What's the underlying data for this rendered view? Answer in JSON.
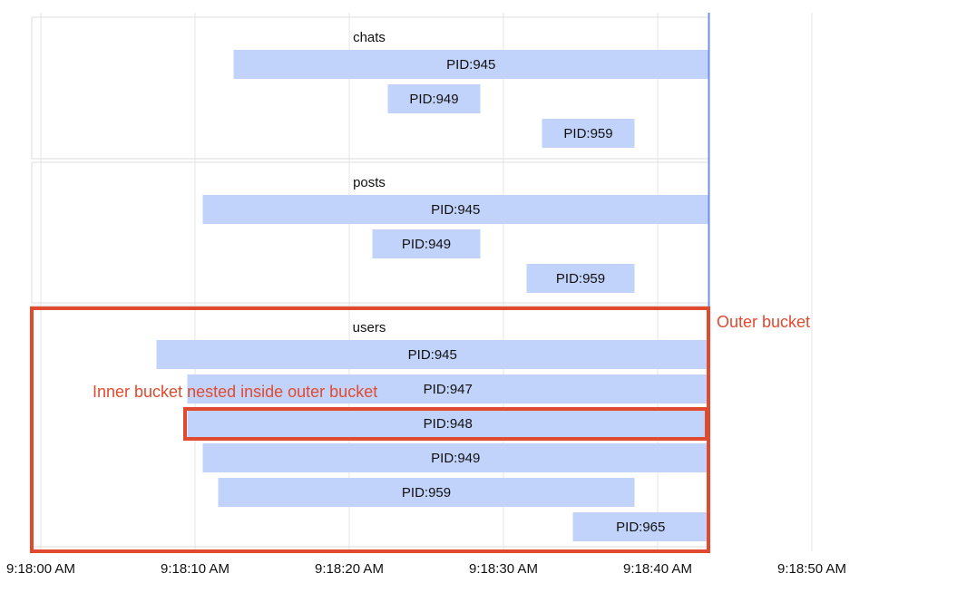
{
  "chart_data": {
    "type": "timeline",
    "x_axis": {
      "ticks": [
        "9:18:00 AM",
        "9:18:10 AM",
        "9:18:20 AM",
        "9:18:30 AM",
        "9:18:40 AM",
        "9:18:50 AM"
      ],
      "range_seconds": [
        0,
        50
      ]
    },
    "groups": [
      {
        "name": "chats",
        "bars": [
          {
            "label": "PID:945",
            "start": 12.5,
            "end": 43.3
          },
          {
            "label": "PID:949",
            "start": 22.5,
            "end": 28.5
          },
          {
            "label": "PID:959",
            "start": 32.5,
            "end": 38.5
          }
        ]
      },
      {
        "name": "posts",
        "bars": [
          {
            "label": "PID:945",
            "start": 10.5,
            "end": 43.3
          },
          {
            "label": "PID:949",
            "start": 21.5,
            "end": 28.5
          },
          {
            "label": "PID:959",
            "start": 31.5,
            "end": 38.5
          }
        ]
      },
      {
        "name": "users",
        "bars": [
          {
            "label": "PID:945",
            "start": 7.5,
            "end": 43.3
          },
          {
            "label": "PID:947",
            "start": 9.5,
            "end": 43.3
          },
          {
            "label": "PID:948",
            "start": 9.5,
            "end": 43.3
          },
          {
            "label": "PID:949",
            "start": 10.5,
            "end": 43.3
          },
          {
            "label": "PID:959",
            "start": 11.5,
            "end": 38.5
          },
          {
            "label": "PID:965",
            "start": 34.5,
            "end": 43.3
          }
        ]
      }
    ],
    "now_marker_seconds": 43.3
  },
  "annotations": {
    "outer": "Outer bucket",
    "inner": "Inner bucket nested inside outer bucket"
  },
  "colors": {
    "bar": "#c2d3fb",
    "now_line": "#6d8fe8",
    "grid": "#e6e6e6",
    "panel_border": "#dcdcdc",
    "annotation": "#e04a2e"
  }
}
